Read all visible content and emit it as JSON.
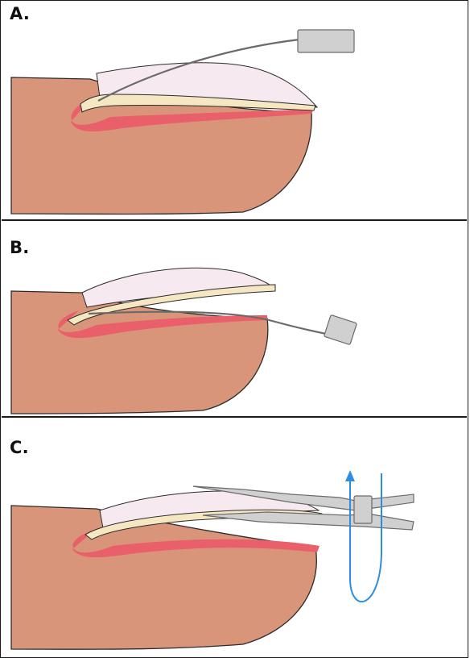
{
  "panels": [
    {
      "label": "A."
    },
    {
      "label": "B."
    },
    {
      "label": "C."
    }
  ],
  "colors": {
    "skin": "#d9957a",
    "skin_outline": "#2b2b2b",
    "nail_plate": "#f6e9ef",
    "nail_bed": "#f4e7c2",
    "matrix": "#e95f6a",
    "instrument": "#d0d0d0",
    "instrument_outline": "#6a6a6a",
    "rotation_arrow": "#2a8fe0"
  },
  "icons": {
    "elevator_tool_a": "nail-elevator-icon",
    "elevator_tool_b": "nail-elevator-icon",
    "forceps_c": "forceps-icon",
    "rotation_c": "rotation-arrow-icon"
  }
}
